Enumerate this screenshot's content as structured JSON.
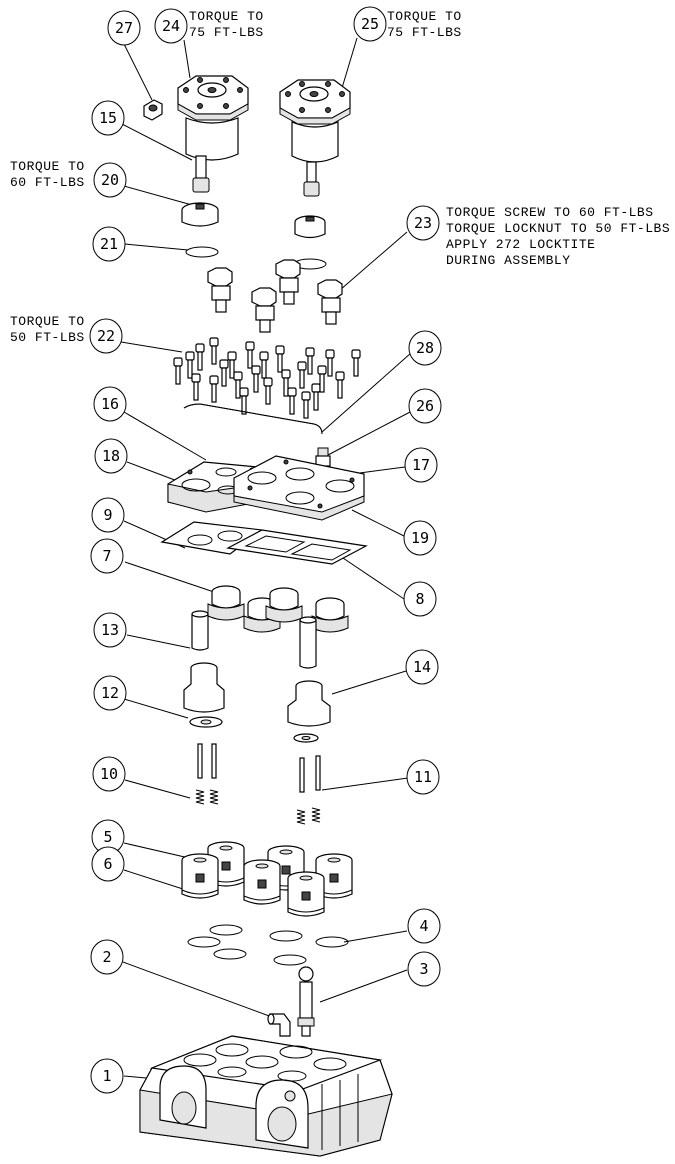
{
  "notes": {
    "torque_24": [
      "TORQUE TO",
      "75 FT-LBS"
    ],
    "torque_25": [
      "TORQUE TO",
      "75 FT-LBS"
    ],
    "torque_20": [
      "TORQUE TO",
      "60 FT-LBS"
    ],
    "torque_22": [
      "TORQUE TO",
      "50 FT-LBS"
    ],
    "torque_23": [
      "TORQUE SCREW TO 60 FT-LBS",
      "TORQUE LOCKNUT TO 50 FT-LBS",
      "APPLY 272 LOCKTITE",
      "DURING ASSEMBLY"
    ]
  },
  "callouts": {
    "c1": "1",
    "c2": "2",
    "c3": "3",
    "c4": "4",
    "c5": "5",
    "c6": "6",
    "c7": "7",
    "c8": "8",
    "c9": "9",
    "c10": "10",
    "c11": "11",
    "c12": "12",
    "c13": "13",
    "c14": "14",
    "c15": "15",
    "c16": "16",
    "c17": "17",
    "c18": "18",
    "c19": "19",
    "c20": "20",
    "c21": "21",
    "c22": "22",
    "c23": "23",
    "c24": "24",
    "c25": "25",
    "c26": "26",
    "c27": "27",
    "c28": "28"
  }
}
